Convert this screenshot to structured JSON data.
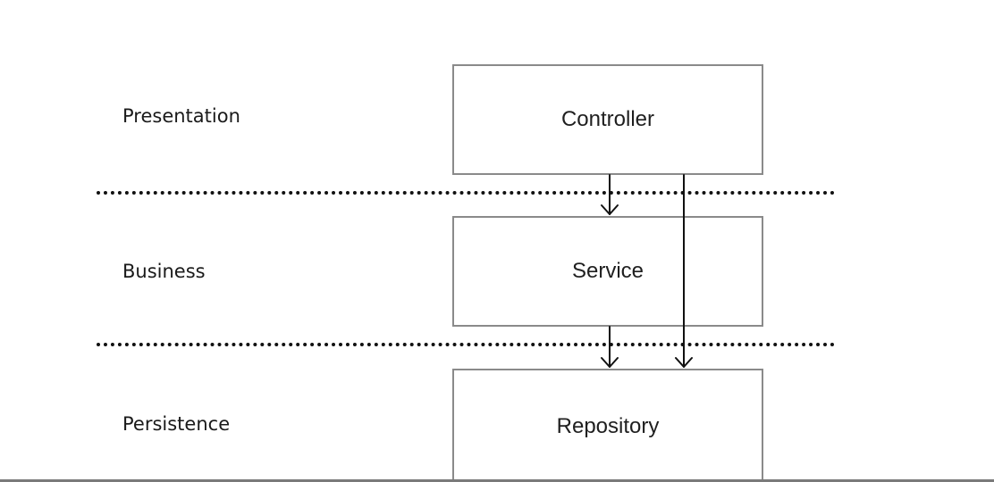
{
  "layers": {
    "presentation": "Presentation",
    "business": "Business",
    "persistence": "Persistence"
  },
  "components": {
    "controller": "Controller",
    "service": "Service",
    "repository": "Repository"
  },
  "arrows": [
    {
      "from": "Controller",
      "to": "Service"
    },
    {
      "from": "Controller",
      "to": "Repository"
    },
    {
      "from": "Service",
      "to": "Repository"
    }
  ],
  "colors": {
    "box_border": "#8a8a8a",
    "divider": "#111111",
    "text": "#1f1f1f"
  }
}
